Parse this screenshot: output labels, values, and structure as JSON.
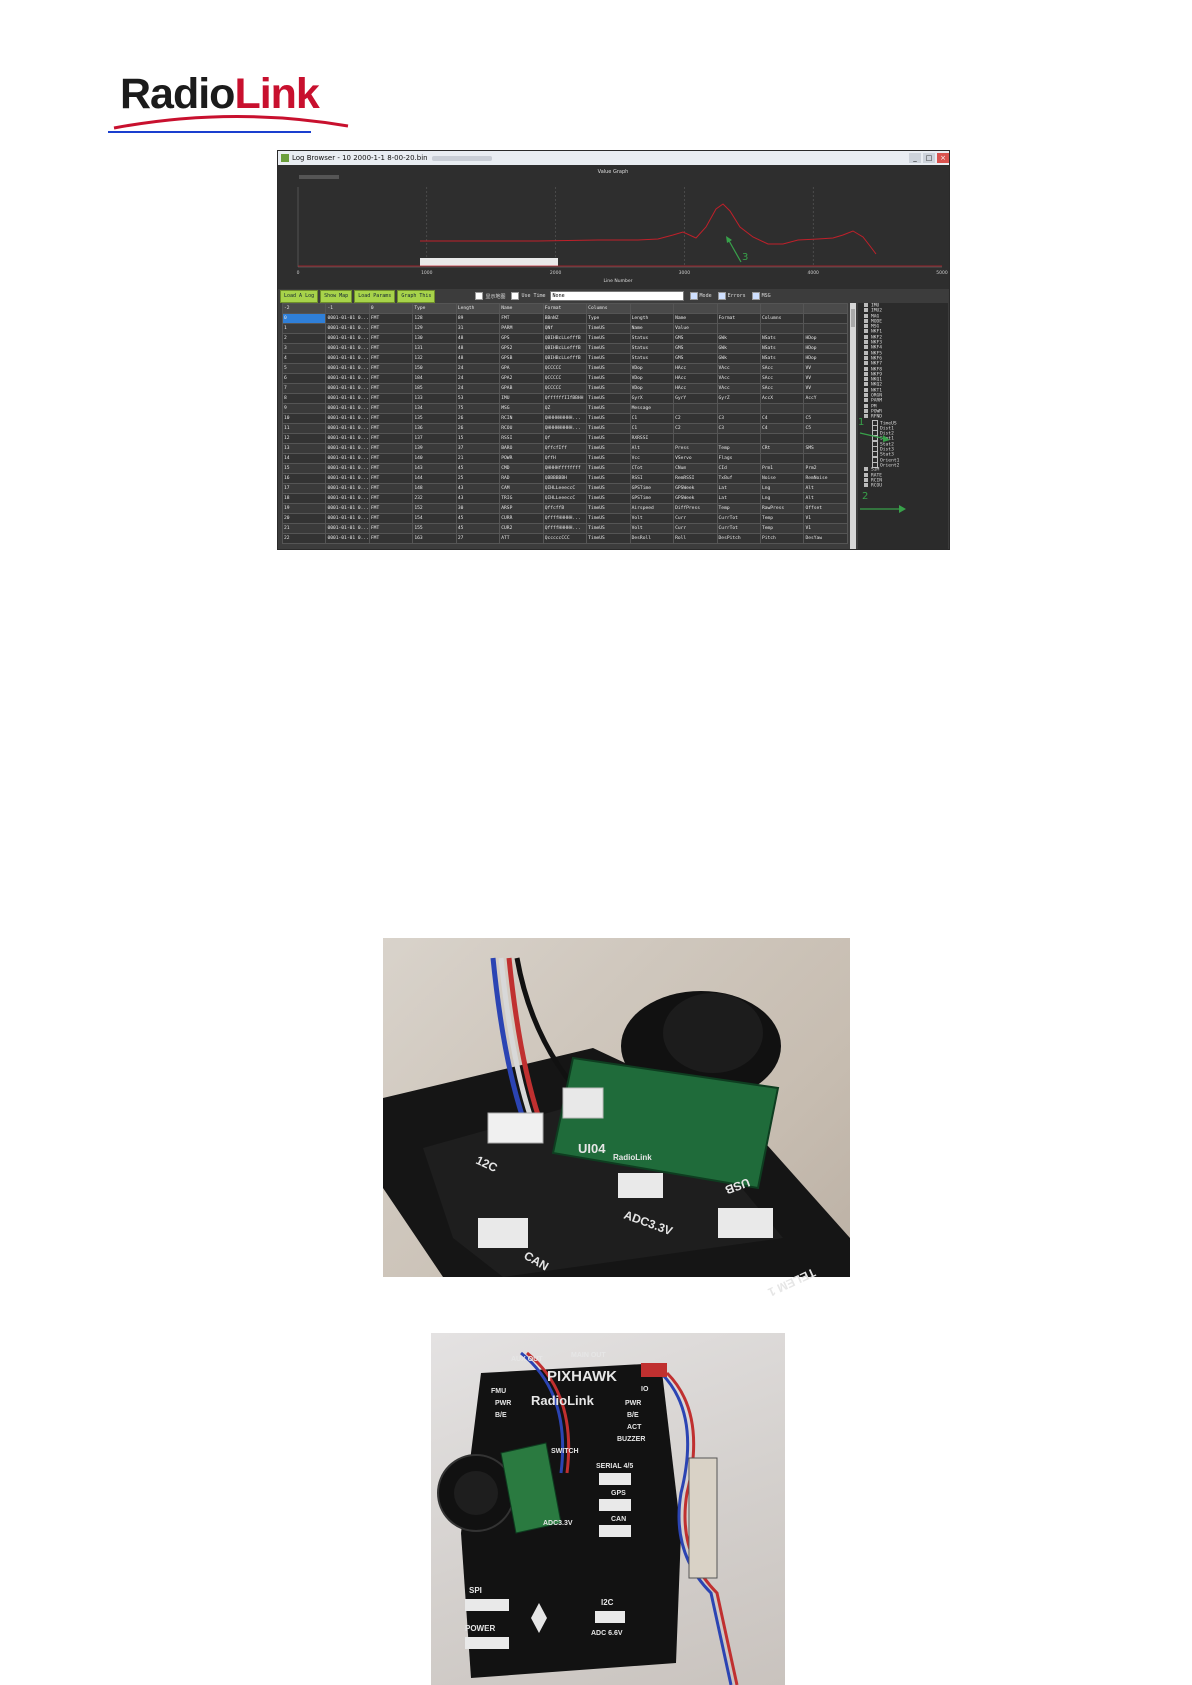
{
  "logo": {
    "text_dark": "Radio",
    "text_red": "Link"
  },
  "window": {
    "title": "Log Browser - 10 2000-1-1 8-00-20.bin",
    "graph_title": "Value Graph",
    "x_axis_label": "Line Number",
    "x_ticks": [
      "0",
      "1000",
      "2000",
      "3000",
      "4000",
      "5000"
    ],
    "toolbar": {
      "buttons": [
        "Load A Log",
        "Show Map",
        "Load Params",
        "Graph This"
      ],
      "checkboxes": [
        {
          "label": "显示地图",
          "checked": false
        },
        {
          "label": "Use Time",
          "checked": false
        },
        {
          "label": "Mode",
          "checked": true
        },
        {
          "label": "Errors",
          "checked": true
        },
        {
          "label": "MSG",
          "checked": true
        }
      ],
      "combo_value": "None"
    },
    "table": {
      "headers": [
        "-2",
        "-1",
        "0",
        "Type",
        "Length",
        "Name",
        "Format",
        "Columns",
        "",
        "",
        "",
        "",
        ""
      ],
      "rows": [
        [
          "0",
          "0001-01-01 0...",
          "FMT",
          "128",
          "89",
          "FMT",
          "BBnNZ",
          "Type",
          "Length",
          "Name",
          "Format",
          "Columns",
          ""
        ],
        [
          "1",
          "0001-01-01 0...",
          "FMT",
          "129",
          "31",
          "PARM",
          "QNf",
          "TimeUS",
          "Name",
          "Value",
          "",
          "",
          ""
        ],
        [
          "2",
          "0001-01-01 0...",
          "FMT",
          "130",
          "48",
          "GPS",
          "QBIHBcLLefffB",
          "TimeUS",
          "Status",
          "GMS",
          "GWk",
          "NSats",
          "HDop"
        ],
        [
          "3",
          "0001-01-01 0...",
          "FMT",
          "131",
          "48",
          "GPS2",
          "QBIHBcLLefffB",
          "TimeUS",
          "Status",
          "GMS",
          "GWk",
          "NSats",
          "HDop"
        ],
        [
          "4",
          "0001-01-01 0...",
          "FMT",
          "132",
          "48",
          "GPSB",
          "QBIHBcLLefffB",
          "TimeUS",
          "Status",
          "GMS",
          "GWk",
          "NSats",
          "HDop"
        ],
        [
          "5",
          "0001-01-01 0...",
          "FMT",
          "150",
          "24",
          "GPA",
          "QCCCCC",
          "TimeUS",
          "VDop",
          "HAcc",
          "VAcc",
          "SAcc",
          "VV"
        ],
        [
          "6",
          "0001-01-01 0...",
          "FMT",
          "184",
          "24",
          "GPA2",
          "QCCCCC",
          "TimeUS",
          "VDop",
          "HAcc",
          "VAcc",
          "SAcc",
          "VV"
        ],
        [
          "7",
          "0001-01-01 0...",
          "FMT",
          "185",
          "24",
          "GPAB",
          "QCCCCC",
          "TimeUS",
          "VDop",
          "HAcc",
          "VAcc",
          "SAcc",
          "VV"
        ],
        [
          "8",
          "0001-01-01 0...",
          "FMT",
          "133",
          "53",
          "IMU",
          "QffffffIIfBBHH",
          "TimeUS",
          "GyrX",
          "GyrY",
          "GyrZ",
          "AccX",
          "AccY"
        ],
        [
          "9",
          "0001-01-01 0...",
          "FMT",
          "134",
          "75",
          "MSG",
          "QZ",
          "TimeUS",
          "Message",
          "",
          "",
          "",
          ""
        ],
        [
          "10",
          "0001-01-01 0...",
          "FMT",
          "135",
          "26",
          "RCIN",
          "QHHHHHHHHH...",
          "TimeUS",
          "C1",
          "C2",
          "C3",
          "C4",
          "C5"
        ],
        [
          "11",
          "0001-01-01 0...",
          "FMT",
          "136",
          "26",
          "RCOU",
          "QHHHHHHHHH...",
          "TimeUS",
          "C1",
          "C2",
          "C3",
          "C4",
          "C5"
        ],
        [
          "12",
          "0001-01-01 0...",
          "FMT",
          "137",
          "15",
          "RSSI",
          "Qf",
          "TimeUS",
          "RXRSSI",
          "",
          "",
          "",
          ""
        ],
        [
          "13",
          "0001-01-01 0...",
          "FMT",
          "139",
          "37",
          "BARO",
          "QffcfIff",
          "TimeUS",
          "Alt",
          "Press",
          "Temp",
          "CRt",
          "SMS"
        ],
        [
          "14",
          "0001-01-01 0...",
          "FMT",
          "140",
          "21",
          "POWR",
          "QffH",
          "TimeUS",
          "Vcc",
          "VServo",
          "Flags",
          "",
          ""
        ],
        [
          "15",
          "0001-01-01 0...",
          "FMT",
          "143",
          "45",
          "CMD",
          "QHHHHffffffff",
          "TimeUS",
          "CTot",
          "CNum",
          "CId",
          "Prm1",
          "Prm2"
        ],
        [
          "16",
          "0001-01-01 0...",
          "FMT",
          "144",
          "25",
          "RAD",
          "QBBBBBBH",
          "TimeUS",
          "RSSI",
          "RemRSSI",
          "TxBuf",
          "Noise",
          "RemNoise"
        ],
        [
          "17",
          "0001-01-01 0...",
          "FMT",
          "148",
          "43",
          "CAM",
          "QIHLLeeeccC",
          "TimeUS",
          "GPSTime",
          "GPSWeek",
          "Lat",
          "Lng",
          "Alt"
        ],
        [
          "18",
          "0001-01-01 0...",
          "FMT",
          "232",
          "43",
          "TRIG",
          "QIHLLeeeccC",
          "TimeUS",
          "GPSTime",
          "GPSWeek",
          "Lat",
          "Lng",
          "Alt"
        ],
        [
          "19",
          "0001-01-01 0...",
          "FMT",
          "152",
          "30",
          "ARSP",
          "QffcffB",
          "TimeUS",
          "Airspeed",
          "DiffPress",
          "Temp",
          "RawPress",
          "Offset"
        ],
        [
          "20",
          "0001-01-01 0...",
          "FMT",
          "154",
          "45",
          "CURR",
          "QffffHHHHH...",
          "TimeUS",
          "Volt",
          "Curr",
          "CurrTot",
          "Temp",
          "V1"
        ],
        [
          "21",
          "0001-01-01 0...",
          "FMT",
          "155",
          "45",
          "CUR2",
          "QffffHHHHH...",
          "TimeUS",
          "Volt",
          "Curr",
          "CurrTot",
          "Temp",
          "V1"
        ],
        [
          "22",
          "0001-01-01 0...",
          "FMT",
          "163",
          "27",
          "ATT",
          "QcccccCCC",
          "TimeUS",
          "DesRoll",
          "Roll",
          "DesPitch",
          "Pitch",
          "DesYaw"
        ]
      ]
    },
    "tree": {
      "top": [
        "IMU",
        "IMU2",
        "MAG",
        "MODE",
        "MSG",
        "NKF1",
        "NKF2",
        "NKF3",
        "NKF4",
        "NKF5",
        "NKF6",
        "NKF7",
        "NKF8",
        "NKF9",
        "NKQ1",
        "NKQ2",
        "NKT1",
        "ORGN",
        "PARM",
        "PM",
        "POWR",
        "RFND"
      ],
      "children": [
        "TimeUS",
        "Dist1",
        "Dist2",
        "Stat1",
        "Stat2",
        "Dist3",
        "Stat3",
        "Orient1",
        "Orient2"
      ],
      "bottom": [
        "SIM",
        "RATE",
        "RCIN",
        "RCOU"
      ]
    },
    "annotations": [
      "1",
      "2",
      "3"
    ]
  },
  "photo1": {
    "label_i2c": "12C",
    "label_can": "CAN",
    "label_adc": "ADC3.3V",
    "label_usb": "USB",
    "label_telem": "TELEM 1",
    "module_label": "UI04",
    "module_brand": "RadioLink"
  },
  "photo2": {
    "brand": "RadioLink",
    "model": "PIXHAWK",
    "aux": "AUX OUT",
    "main": "MAIN OUT",
    "fmu": "FMU",
    "pwr": "PWR",
    "be": "B/E",
    "act": "ACT",
    "buzzer": "BUZZER",
    "switch": "SWITCH",
    "serial": "SERIAL 4/5",
    "gps": "GPS",
    "can": "CAN",
    "adc": "ADC3.3V",
    "spi": "SPI",
    "power": "POWER",
    "i2c": "I2C",
    "adc66": "ADC 6.6V",
    "io": "IO"
  },
  "colors": {
    "accent_green": "#a7d34a",
    "annotation_green": "#38a14a",
    "graph_line": "#c0202a",
    "logo_red": "#c8102e"
  }
}
